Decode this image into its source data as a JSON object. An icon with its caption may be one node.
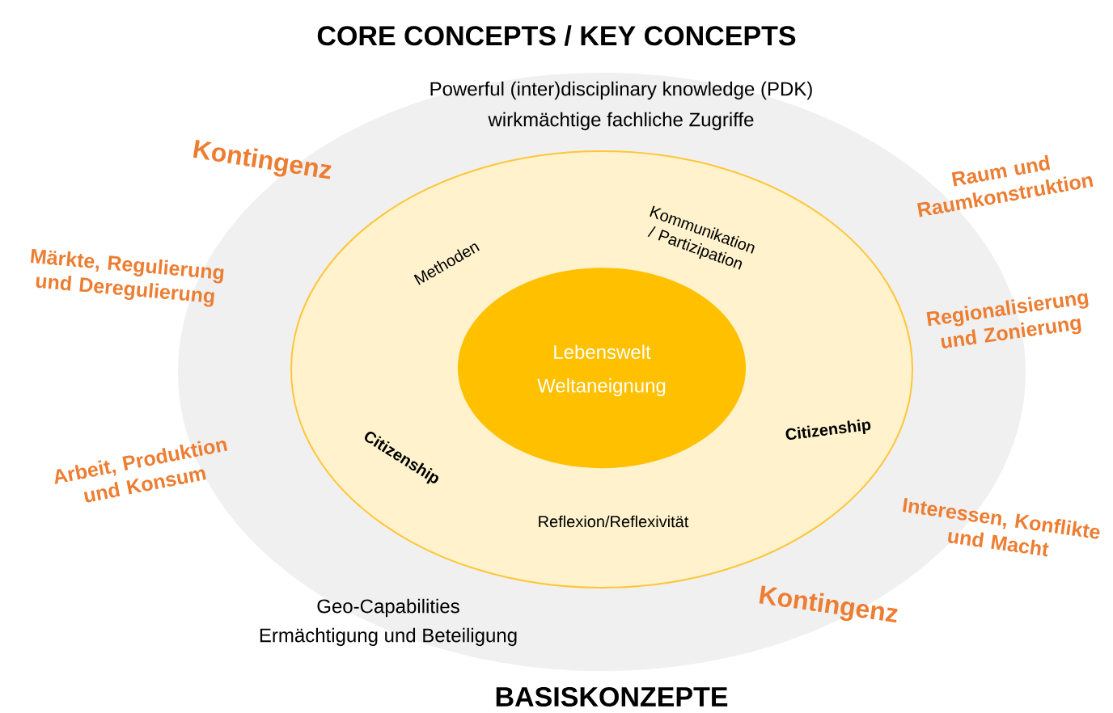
{
  "diagram": {
    "title": "CORE CONCEPTS / KEY CONCEPTS",
    "caption": "BASISKONZEPTE",
    "nodes": [
      {
        "text": [
          "Powerful (inter)disciplinary knowledge (PDK)",
          "wirkmächtige fachliche Zugriffe",
          "Geo-Capabilities",
          "Ermächtigung und Beteiligung"
        ]
      },
      {
        "text": [
          "Methoden",
          "Kommunikation / Partizipation",
          "Citizenship",
          "Citizenship",
          "Reflexion/Reflexivität"
        ],
        "in": 0
      },
      {
        "text": [
          "Lebenswelt",
          "Weltaneignung"
        ],
        "in": 1
      }
    ],
    "labels": [
      "Kontingenz",
      "Raum und Raumkonstruktion",
      "Märkte, Regulierung und Deregulierung",
      "Regionalisierung und Zonierung",
      "Arbeit, Produktion und Konsum",
      "Interessen, Konflikte und Macht",
      "Kontingenz"
    ]
  }
}
